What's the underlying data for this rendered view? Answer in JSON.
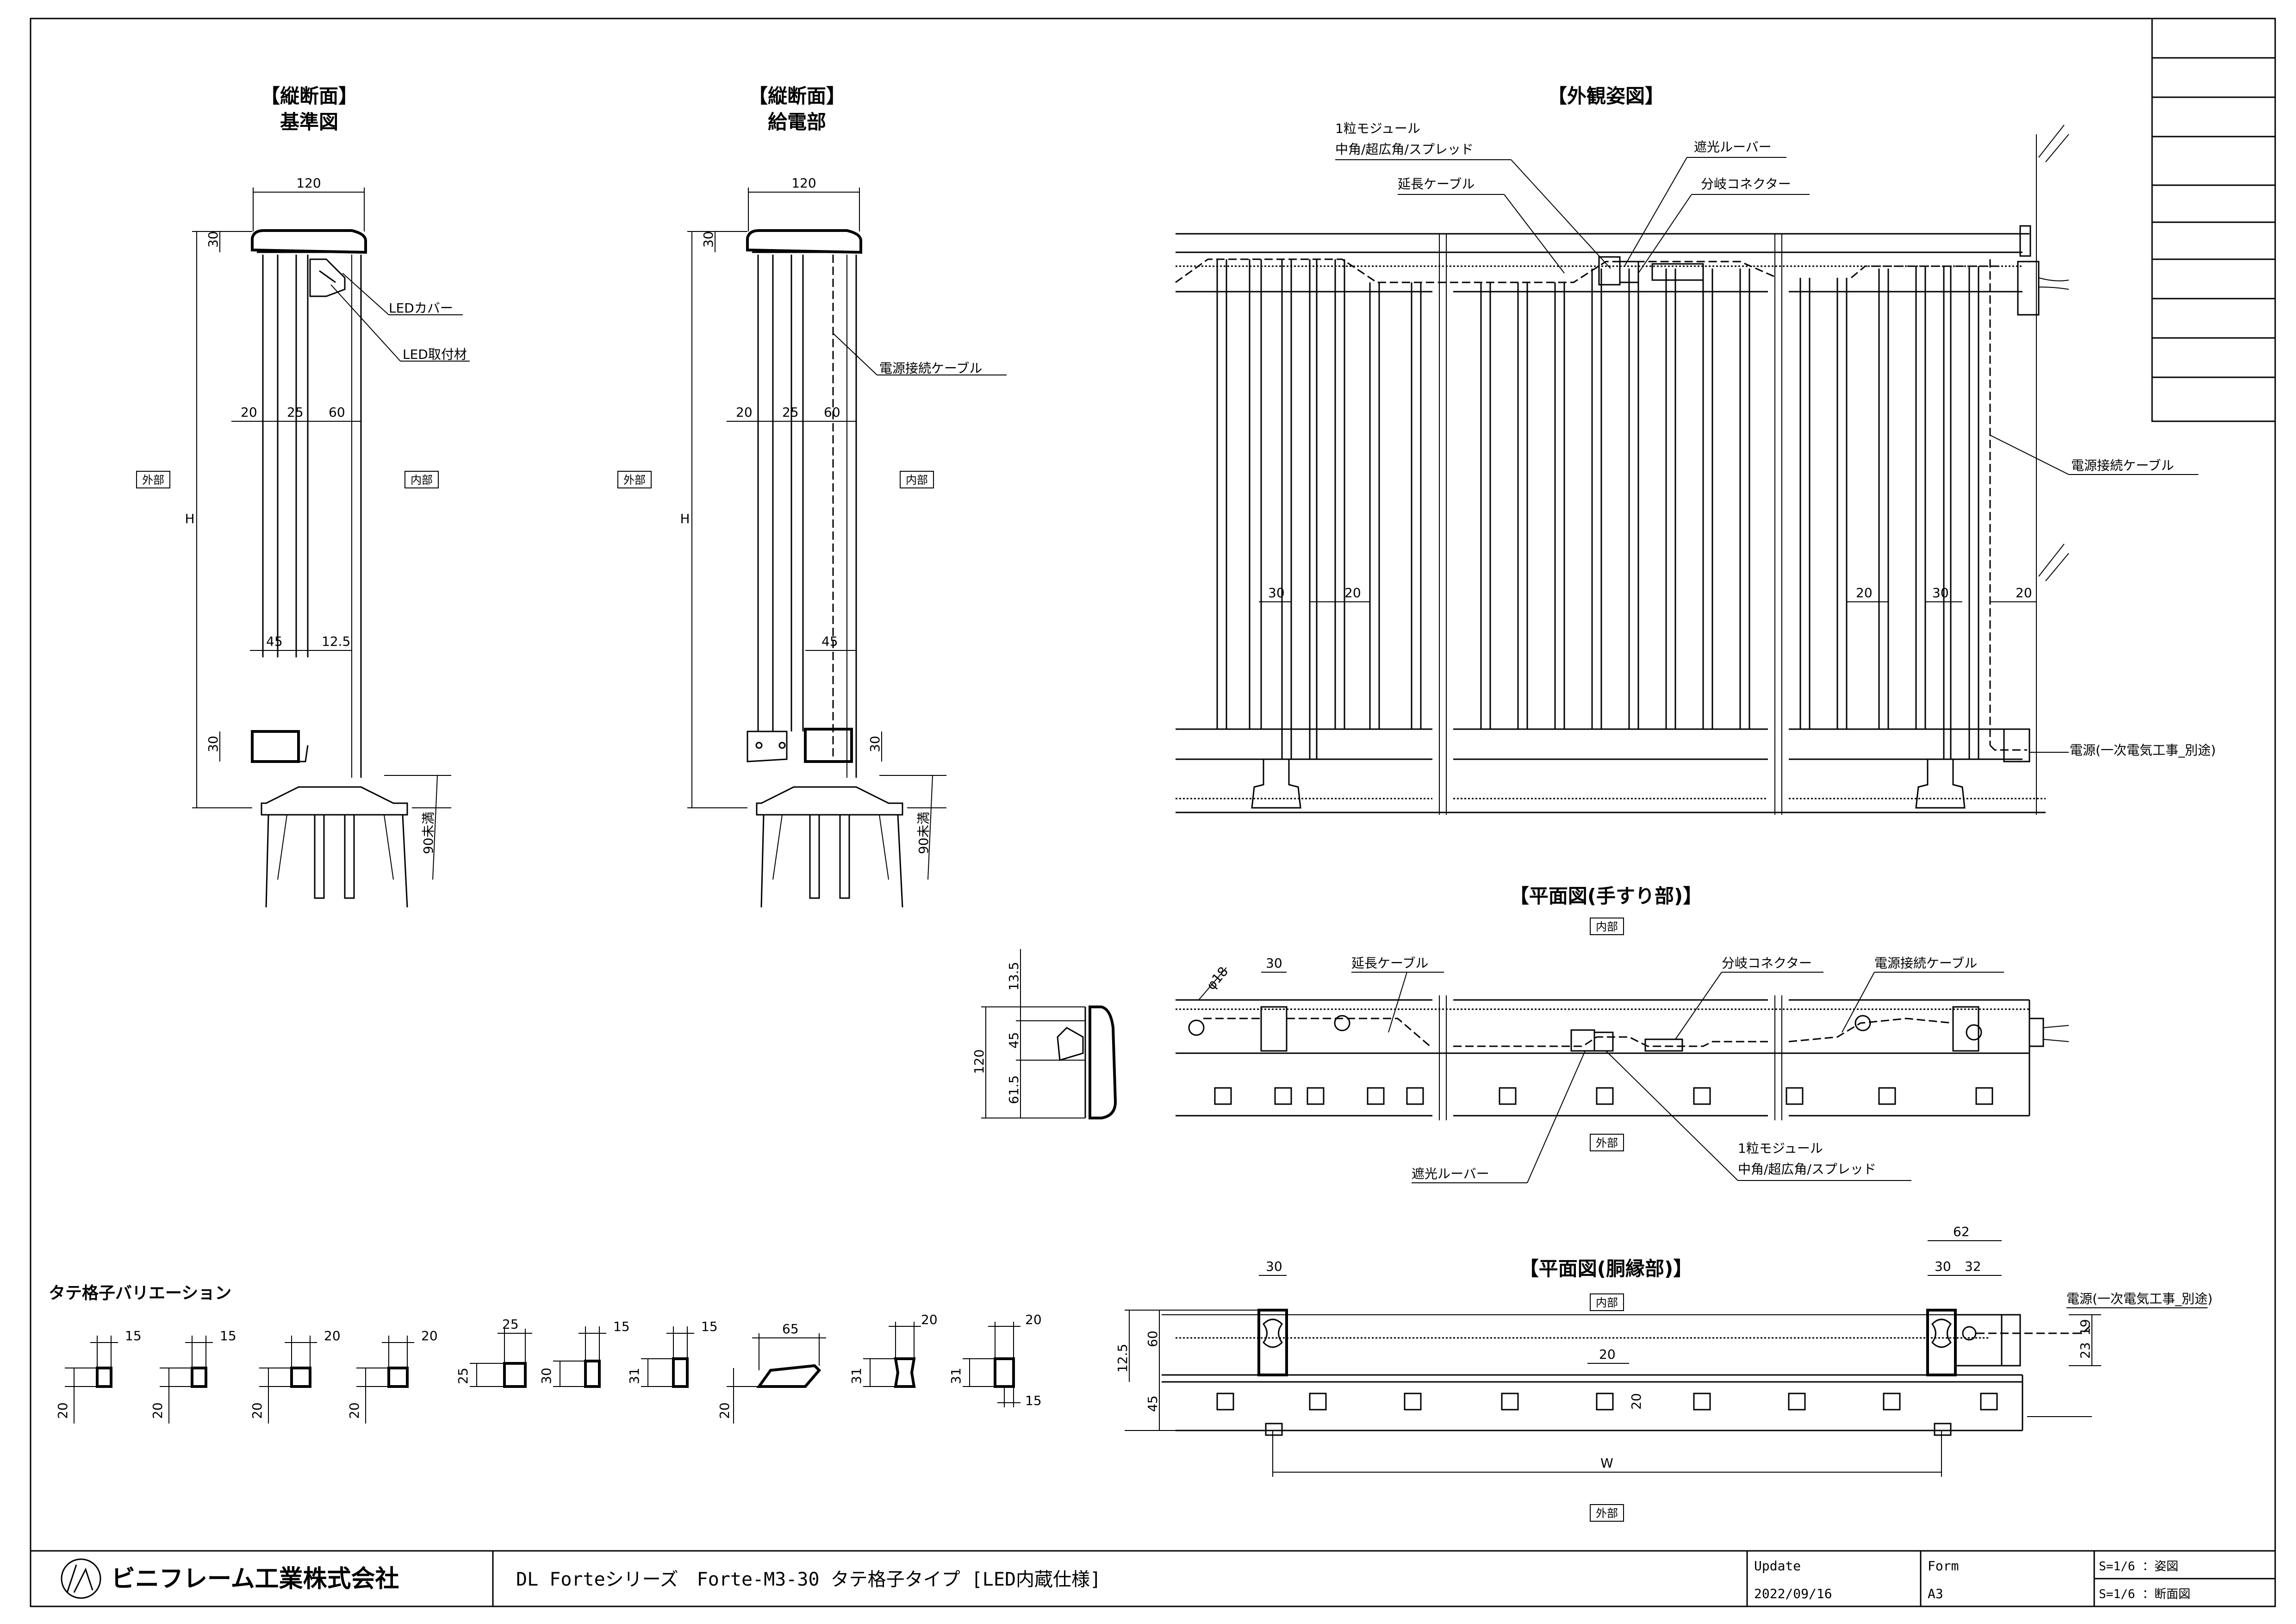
{
  "sections": {
    "v1_title1": "【縦断面】",
    "v1_title2": "基準図",
    "v2_title1": "【縦断面】",
    "v2_title2": "給電部",
    "appearance_title": "【外観姿図】",
    "plan_rail_title": "【平面図(手すり部)】",
    "plan_base_title": "【平面図(胴縁部)】",
    "variation_title": "タテ格子バリエーション"
  },
  "labels": {
    "led_cover": "LEDカバー",
    "led_mount": "LED取付材",
    "power_cable": "電源接続ケーブル",
    "ext_cable": "延長ケーブル",
    "branch_connector": "分岐コネクター",
    "shade_louver": "遮光ルーバー",
    "module_line1": "1粒モジュール",
    "module_line2": "中角/超広角/スプレッド",
    "power_source": "電源(一次電気工事_別途)",
    "outside": "外部",
    "inside": "内部",
    "less_than_90": "90未満",
    "height": "H",
    "width": "W",
    "phi18": "φ18"
  },
  "dims": {
    "d120": "120",
    "d30": "30",
    "d20": "20",
    "d25": "25",
    "d60": "60",
    "d45": "45",
    "d12_5": "12.5",
    "d13_5": "13.5",
    "d61_5": "61.5",
    "d62": "62",
    "d32": "32",
    "d23": "23",
    "d19": "19",
    "d15": "15",
    "d31": "31",
    "d65": "65"
  },
  "title_block": {
    "company": "ビニフレーム工業株式会社",
    "product": "DL Forteシリーズ　Forte-M3-30 タテ格子タイプ [LED内蔵仕様]",
    "update_label": "Update",
    "update_value": "2022/09/16",
    "form_label": "Form",
    "form_value": "A3",
    "scale1": "S=1/6 ：姿図",
    "scale2": "S=1/6 ：断面図"
  }
}
